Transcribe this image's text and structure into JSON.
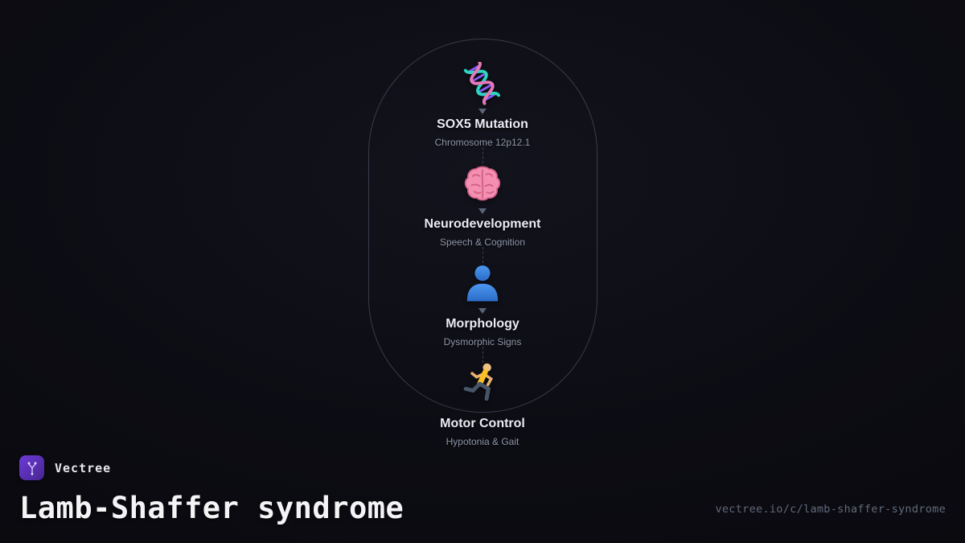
{
  "theme": {
    "background": "#0c0c13",
    "accent_purple": "#6d3bd8",
    "capsule_border": "#78869c",
    "node_title_color": "#e9ecf2",
    "node_subtitle_color": "#8e96a8"
  },
  "flow": {
    "nodes": [
      {
        "icon": "dna-helix",
        "title": "SOX5 Mutation",
        "subtitle": "Chromosome 12p12.1"
      },
      {
        "icon": "brain",
        "title": "Neurodevelopment",
        "subtitle": "Speech & Cognition"
      },
      {
        "icon": "person-silhouette",
        "title": "Morphology",
        "subtitle": "Dysmorphic Signs"
      },
      {
        "icon": "runner",
        "title": "Motor Control",
        "subtitle": "Hypotonia & Gait"
      }
    ]
  },
  "footer": {
    "brand": "Vectree",
    "title": "Lamb-Shaffer syndrome",
    "url": "vectree.io/c/lamb-shaffer-syndrome"
  }
}
